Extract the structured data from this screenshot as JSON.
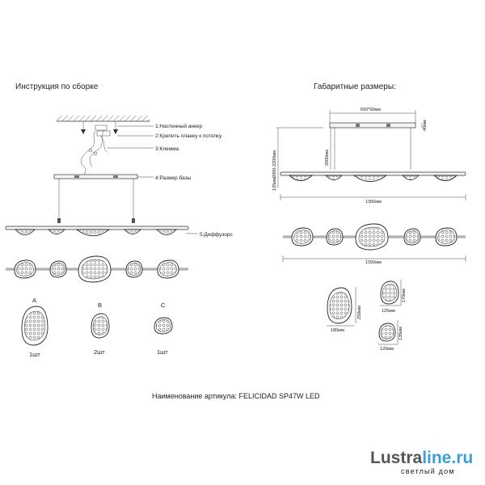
{
  "left_heading": "Инструкция по сборке",
  "right_heading": "Габаритные размеры:",
  "callouts": {
    "c1": "1:Настенный анкер",
    "c2": "2:Крепить планку к потолку",
    "c3": "3:Клемма",
    "c4": "4:Размер базы",
    "c5": "5:Диффузорс"
  },
  "variants": [
    {
      "letter": "A",
      "count": "1шт"
    },
    {
      "letter": "B",
      "count": "2шт"
    },
    {
      "letter": "C",
      "count": "1шт"
    }
  ],
  "dimensions": {
    "base": "600*60мм",
    "base_height": "40мм",
    "drop": "2000мм",
    "total_height": "2000-2200мм",
    "shade_height": "135мм",
    "width_side": "1300мм",
    "width_top": "1300мм",
    "a_height": "250мм",
    "a_width": "180мм",
    "b_height": "170мм",
    "b_width": "125мм",
    "c_height": "135мм",
    "c_width": "120мм"
  },
  "article_label": "Наименование артикула: FELICIDAD SP47W LED",
  "watermark": {
    "brand_dark": "Lustra",
    "brand_accent": "line.ru",
    "tagline": "светлый дом",
    "accent_color": "#3d9fd6",
    "dark_color": "#555555"
  }
}
